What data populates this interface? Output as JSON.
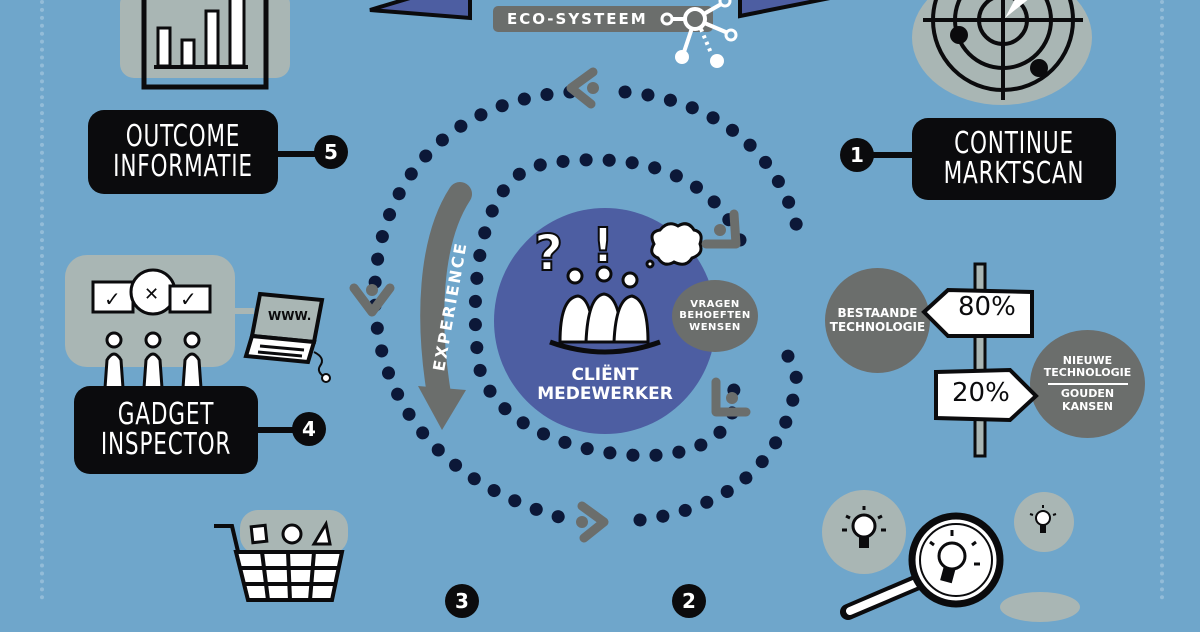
{
  "background_color": "#6fa6cb",
  "colors": {
    "label_black": "#0b0b0d",
    "bubble_grey": "#6b6e6c",
    "blob_grey": "#a9b6b4",
    "center_purple": "#4d5ea2",
    "dot_navy": "#0c1838",
    "arrow_grey": "#6b6e6c"
  },
  "header": {
    "ecosystem_label": "ECO-SYSTEEM"
  },
  "center": {
    "title_line1": "CLIËNT",
    "title_line2": "MEDEWERKER",
    "symbols": [
      "?",
      "!"
    ],
    "bubble": {
      "line1": "VRAGEN",
      "line2": "BEHOEFTEN",
      "line3": "WENSEN"
    },
    "cycle_label": "EXPERIENCE"
  },
  "steps": [
    {
      "number": "1",
      "line1": "CONTINUE",
      "line2": "MARKTSCAN",
      "icon": "radar-icon"
    },
    {
      "number": "2",
      "line1": "",
      "line2": "",
      "icon": "magnifier-lightbulb-icon"
    },
    {
      "number": "3",
      "line1": "",
      "line2": "",
      "icon": "shopping-cart-icon"
    },
    {
      "number": "4",
      "line1": "GADGET",
      "line2": "INSPECTOR",
      "icon": "reviewers-laptop-icon"
    },
    {
      "number": "5",
      "line1": "OUTCOME",
      "line2": "INFORMATIE",
      "icon": "bar-chart-icon"
    }
  ],
  "signpost": {
    "left_sign": "80%",
    "right_sign": "20%",
    "left_bubble": {
      "line1": "BESTAANDE",
      "line2": "TECHNOLOGIE"
    },
    "right_bubble": {
      "line1": "NIEUWE",
      "line2": "TECHNOLOGIE",
      "line3": "GOUDEN",
      "line4": "KANSEN"
    }
  },
  "laptop": {
    "screen_text": "WWW."
  },
  "reviews": {
    "marks": [
      "✓",
      "✕",
      "✓"
    ]
  }
}
